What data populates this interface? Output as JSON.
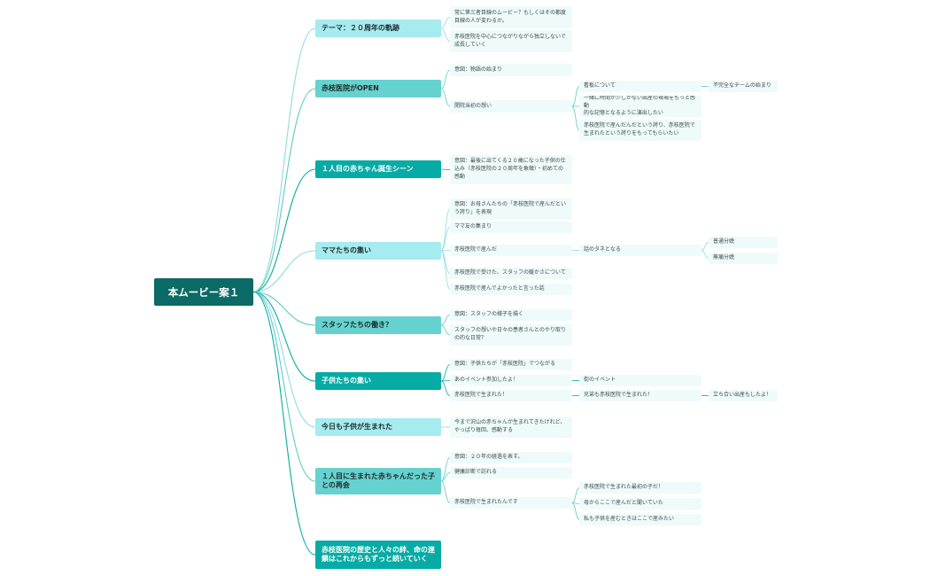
{
  "root": {
    "id": "root",
    "label": "本ムービー案１"
  },
  "branches": [
    {
      "id": "b1",
      "label": "テーマ：２０周年の軌跡",
      "children": [
        {
          "id": "b1a",
          "label": "常に第三者目線のムービー？もしくはその都度\n目線の人が変わるか。"
        },
        {
          "id": "b1b",
          "label": "赤枝医院を中心につながりながら独立しないで\n成長していく"
        }
      ]
    },
    {
      "id": "b2",
      "label": "赤枝医院がOPEN",
      "children": [
        {
          "id": "b2a",
          "label": "意図：物語の始まり"
        },
        {
          "id": "b2b",
          "label": "開院当初の想い",
          "children": [
            {
              "id": "b2b1",
              "label": "看板について",
              "children": [
                {
                  "id": "b2b1a",
                  "label": "不完全なチームの始まり"
                }
              ]
            },
            {
              "id": "b2b2",
              "label": "一緒に時間が少しかない出産の現場をもっと感動\n的な記憶となるように演出したい"
            },
            {
              "id": "b2b3",
              "label": "赤枝医院で産んだんだという誇り、赤枝医院で\n生まれたという誇りをもってもらいたい"
            }
          ]
        }
      ]
    },
    {
      "id": "b3",
      "label": "１人目の赤ちゃん誕生シーン",
      "children": [
        {
          "id": "b3a",
          "label": "意図：最後に出てくる２０歳になった子供の仕\n込み（赤枝医院の２０周年を象徴）・初めての\n感動"
        }
      ]
    },
    {
      "id": "b4",
      "label": "ママたちの集い",
      "children": [
        {
          "id": "b4a",
          "label": "意図：お母さんたちの「赤枝医院で産んだとい\nう誇り」を表現"
        },
        {
          "id": "b4b",
          "label": "ママ友の集まり"
        },
        {
          "id": "b4c",
          "label": "赤枝医院で産んだ",
          "children": [
            {
              "id": "b4c1",
              "label": "話のタネとなる",
              "children": [
                {
                  "id": "b4c1a",
                  "label": "普通分娩"
                },
                {
                  "id": "b4c1b",
                  "label": "無痛分娩"
                }
              ]
            }
          ]
        },
        {
          "id": "b4d",
          "label": "赤枝医院で受けた、スタッフの暖かさについて"
        },
        {
          "id": "b4e",
          "label": "赤枝医院で産んでよかったと言った話"
        }
      ]
    },
    {
      "id": "b5",
      "label": "スタッフたちの働き？",
      "children": [
        {
          "id": "b5a",
          "label": "意図：スタッフの様子を描く"
        },
        {
          "id": "b5b",
          "label": "スタッフの想いや日々の患者さんとのやり取り\nの的な日常？"
        }
      ]
    },
    {
      "id": "b6",
      "label": "子供たちの集い",
      "children": [
        {
          "id": "b6a",
          "label": "意図：子供たちが「赤枝医院」でつながる"
        },
        {
          "id": "b6b",
          "label": "あのイベント参加したよ！",
          "children": [
            {
              "id": "b6b1",
              "label": "街のイベント"
            }
          ]
        },
        {
          "id": "b6c",
          "label": "赤枝医院で生まれた！",
          "children": [
            {
              "id": "b6c1",
              "label": "兄弟も赤枝医院で生まれた！",
              "children": [
                {
                  "id": "b6c1a",
                  "label": "立ち合い出産もしたよ！"
                }
              ]
            }
          ]
        }
      ]
    },
    {
      "id": "b7",
      "label": "今日も子供が生まれた",
      "children": [
        {
          "id": "b7a",
          "label": "今まで沢山の赤ちゃんが生まれてきたけれど、\nやっぱり毎回、感動する"
        }
      ]
    },
    {
      "id": "b8",
      "label": "１人目に生まれた赤ちゃんだった子\nとの再会",
      "children": [
        {
          "id": "b8a",
          "label": "意図：２０年の経過を表す。"
        },
        {
          "id": "b8b",
          "label": "健康診断で訪れる"
        },
        {
          "id": "b8c",
          "label": "赤枝医院で生まれたんです",
          "children": [
            {
              "id": "b8c1",
              "label": "赤枝医院で生まれた最初の子だ！"
            },
            {
              "id": "b8c2",
              "label": "母からここで産んだと聞いていた"
            },
            {
              "id": "b8c3",
              "label": "私も子供を産むときはここで産みたい"
            }
          ]
        }
      ]
    },
    {
      "id": "b9",
      "label": "赤枝医院の歴史と人々の絆、命の連\n鎖はこれからもずっと続いていく",
      "children": []
    }
  ],
  "colors": {
    "root": "#0b6b66",
    "main_light": "#a6ebf0",
    "main_mid": "#66d2cf",
    "main_dark": "#07aba5",
    "sub_bg": "#effafb",
    "wire_light": "#8fdbe0",
    "wire_mid": "#5ccbc6",
    "wire_dark": "#07aba5"
  }
}
